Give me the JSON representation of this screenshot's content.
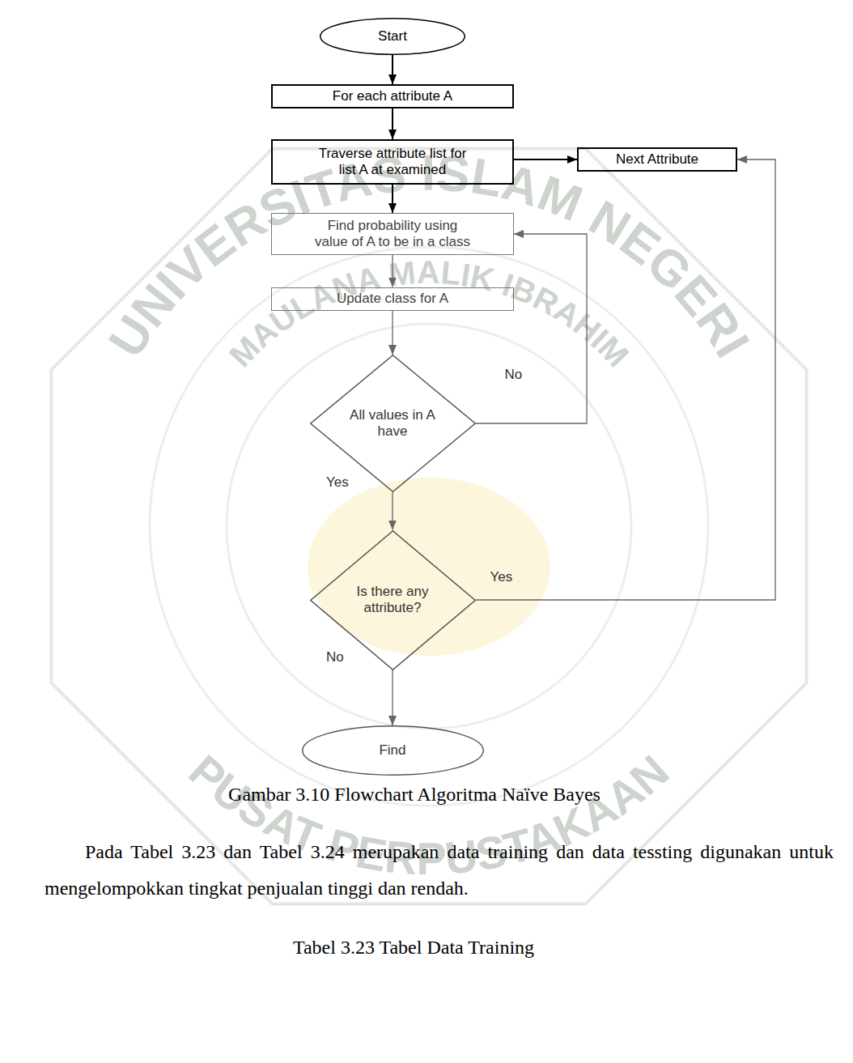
{
  "diagram": {
    "caption": "Gambar 3.10 Flowchart Algoritma Naïve Bayes",
    "nodes": [
      {
        "text": [
          "Start"
        ]
      },
      {
        "text": [
          "For each attribute A"
        ]
      },
      {
        "text": [
          "Traverse attribute list for list A at examined"
        ]
      },
      {
        "text": [
          "Next Attribute"
        ]
      },
      {
        "text": [
          "Find probability using value of A to be in a class"
        ]
      },
      {
        "text": [
          "Update class for A"
        ]
      },
      {
        "text": [
          "All values in A have"
        ]
      },
      {
        "text": [
          "Is there any attribute?"
        ]
      },
      {
        "text": [
          "Find"
        ]
      }
    ],
    "edges": [
      {
        "from": 0,
        "to": 1,
        "arrow": "to"
      },
      {
        "from": 1,
        "to": 2,
        "arrow": "to"
      },
      {
        "from": 2,
        "to": 3,
        "arrow": "to"
      },
      {
        "from": 2,
        "to": 4,
        "arrow": "to"
      },
      {
        "from": 4,
        "to": 5,
        "arrow": "to"
      },
      {
        "from": 5,
        "to": 6,
        "arrow": "to"
      },
      {
        "from": 6,
        "to": 4,
        "label": "No",
        "arrow": "to"
      },
      {
        "from": 6,
        "to": 7,
        "label": "Yes",
        "arrow": "to"
      },
      {
        "from": 7,
        "to": 3,
        "label": "Yes",
        "arrow": "to"
      },
      {
        "from": 7,
        "to": 8,
        "label": "No",
        "arrow": "to"
      }
    ],
    "labels": [
      "Pada Tabel 3.23 dan Tabel 3.24 merupakan data training dan data tessting digunakan untuk mengelompokkan tingkat penjualan tinggi dan rendah.",
      "Tabel 3.23 Tabel Data Training",
      "UNIVERSITAS ISLAM NEGERI",
      "MAULANA MALIK IBRAHIM",
      "PUSAT PERPUSTAKAAN"
    ]
  }
}
